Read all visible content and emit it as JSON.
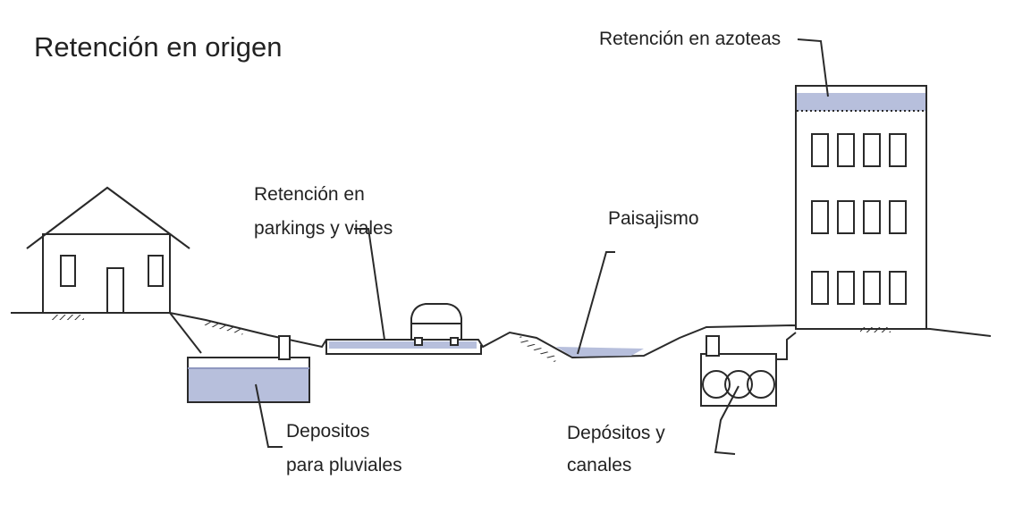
{
  "diagram": {
    "title": "Retención en origen",
    "labels": {
      "rooftop": "Retención en azoteas",
      "parking_line1": "Retención en",
      "parking_line2": "parkings y viales",
      "landscaping": "Paisajismo",
      "tanks_line1": "Depositos",
      "tanks_line2": "para pluviales",
      "channels_line1": "Depósitos y",
      "channels_line2": "canales"
    },
    "colors": {
      "line": "#2a2a2a",
      "water": "#b7bfdc",
      "water_dark": "#8f98c0",
      "background": "#ffffff"
    }
  }
}
